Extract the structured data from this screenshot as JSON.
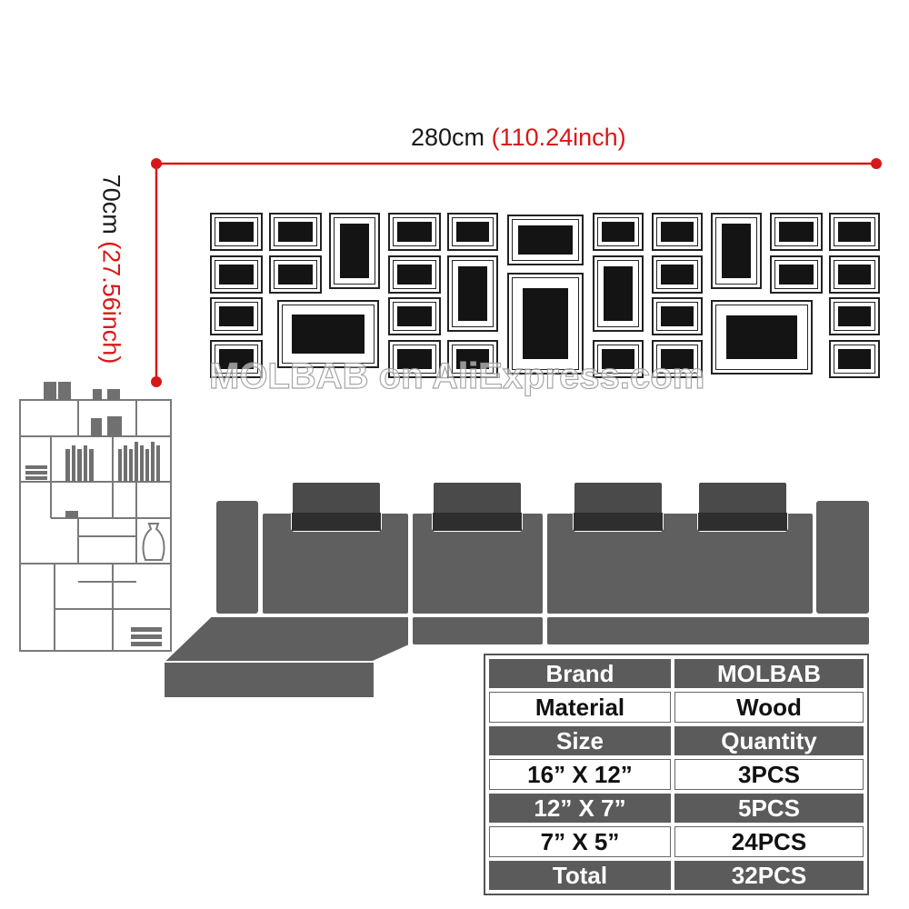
{
  "dimensions": {
    "width_cm": "280cm",
    "width_inch": "(110.24inch)",
    "height_cm": "70cm",
    "height_inch": "(27.56inch)",
    "line_color": "#d81818"
  },
  "watermark": "MOLBAB on AliExpress.com",
  "spec_table": {
    "rows": [
      {
        "style": "dark",
        "label": "Brand",
        "value": "MOLBAB"
      },
      {
        "style": "light",
        "label": "Material",
        "value": "Wood"
      },
      {
        "style": "dark",
        "label": "Size",
        "value": "Quantity"
      },
      {
        "style": "light",
        "label": "16” X 12”",
        "value": "3PCS"
      },
      {
        "style": "dark",
        "label": "12” X 7”",
        "value": "5PCS"
      },
      {
        "style": "light",
        "label": "7” X 5”",
        "value": "24PCS"
      },
      {
        "style": "dark",
        "label": "Total",
        "value": "32PCS"
      }
    ]
  },
  "colors": {
    "sofa": "#5f5f5f",
    "sofa_dark": "#2e2e2e",
    "frame_picture": "#141414"
  }
}
